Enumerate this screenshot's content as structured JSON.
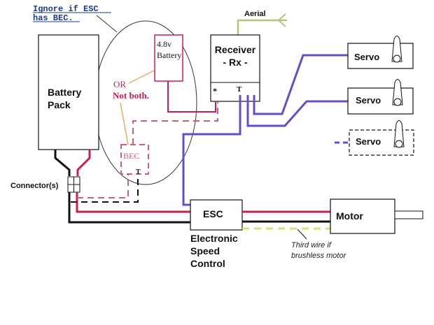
{
  "title": "RC electric power system wiring diagram",
  "colors": {
    "power_positive": "#c8204a",
    "ground": "#000000",
    "signal": "#6a4bc8",
    "aerial": "#b6c47a",
    "bec_link": "#e0b060",
    "third_wire": "#d8e07a",
    "note_text": "#c8204a",
    "ignore_note": "#1a3a8a"
  },
  "notes": {
    "ignore_line1": "Ignore if ESC",
    "ignore_line2": "has BEC.",
    "or_line1": "OR",
    "or_line2": "Not both.",
    "third_wire_line1": "Third wire if",
    "third_wire_line2": "brushless motor"
  },
  "components": {
    "battery_pack": {
      "line1": "Battery",
      "line2": "Pack"
    },
    "rx_battery": {
      "line1": "4.8v",
      "line2": "Battery"
    },
    "receiver": {
      "line1": "Receiver",
      "line2": "- Rx -",
      "pin_plus": "*",
      "pin_signal": "T"
    },
    "aerial": {
      "label": "Aerial"
    },
    "bec": {
      "label": "BEC",
      "pin_t": "T"
    },
    "connector": {
      "label": "Connector(s)"
    },
    "esc": {
      "label": "ESC",
      "caption_line1": "Electronic",
      "caption_line2": "Speed",
      "caption_line3": "Control"
    },
    "motor": {
      "label": "Motor"
    },
    "servos": [
      {
        "label": "Servo",
        "optional": false
      },
      {
        "label": "Servo",
        "optional": false
      },
      {
        "label": "Servo",
        "optional": true
      }
    ]
  }
}
